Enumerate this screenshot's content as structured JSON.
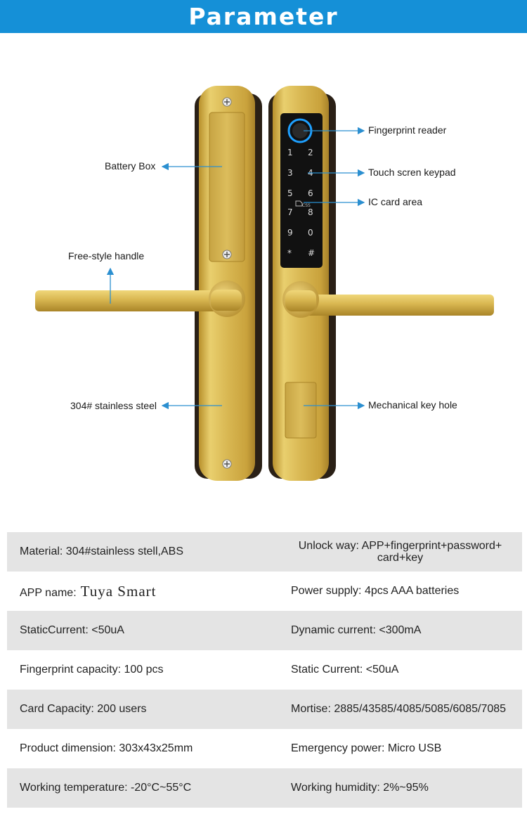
{
  "banner": {
    "title": "Parameter"
  },
  "callouts": {
    "battery_box": "Battery Box",
    "free_style_handle": "Free-style handle",
    "stainless_steel": "304# stainless steel",
    "fingerprint_reader": "Fingerprint reader",
    "touch_keypad": "Touch scren keypad",
    "ic_card_area": "IC card area",
    "mechanical_key_hole": "Mechanical key hole"
  },
  "keypad": {
    "keys": [
      "1",
      "2",
      "3",
      "4",
      "5",
      "6",
      "7",
      "8",
      "9",
      "0",
      "*",
      "#"
    ],
    "card_mark": "CSS"
  },
  "colors": {
    "banner": "#1590d7",
    "gold": "#d4b24a",
    "arrow": "#2b8fd0",
    "row_shade": "#e4e4e4"
  },
  "specs": [
    {
      "left": "Material: 304#stainless stell,ABS",
      "right_line1": "Unlock way: APP+fingerprint+password+",
      "right_line2": "card+key"
    },
    {
      "left_label": "APP name:",
      "left_value": "Tuya Smart",
      "right": "Power supply: 4pcs AAA batteries"
    },
    {
      "left": "StaticCurrent: <50uA",
      "right": "Dynamic current: <300mA"
    },
    {
      "left": "Fingerprint capacity: 100 pcs",
      "right": "Static Current: <50uA"
    },
    {
      "left": "Card Capacity: 200 users",
      "right": "Mortise: 2885/43585/4085/5085/6085/7085"
    },
    {
      "left": "Product dimension: 303x43x25mm",
      "right": "Emergency power: Micro USB"
    },
    {
      "left": "Working temperature: -20°C~55°C",
      "right": "Working humidity: 2%~95%"
    }
  ]
}
